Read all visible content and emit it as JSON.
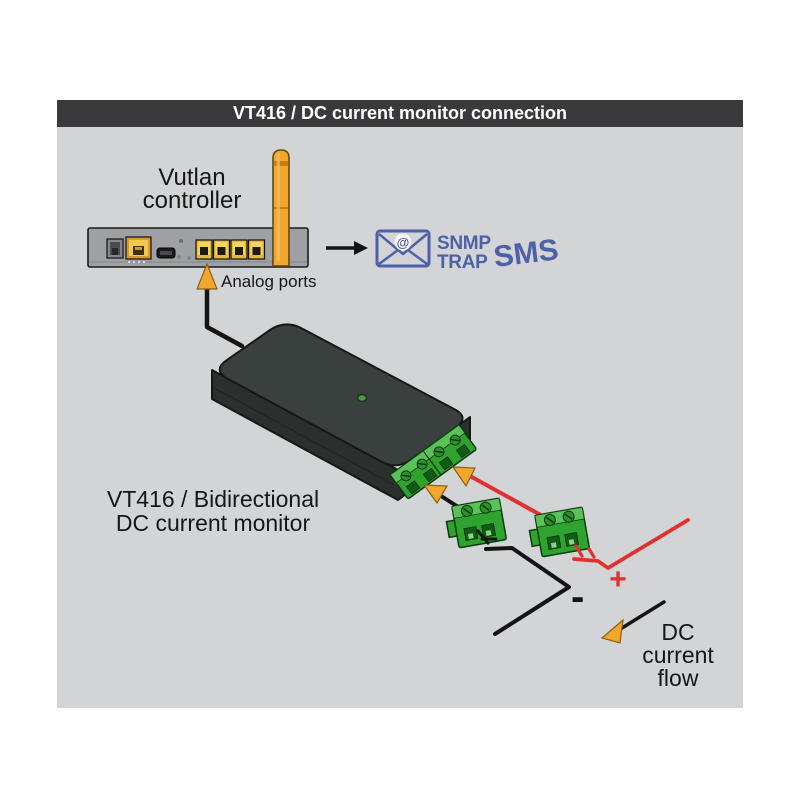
{
  "header": {
    "title": "VT416 / DC current monitor connection"
  },
  "controller": {
    "name_line1": "Vutlan",
    "name_line2": "controller",
    "analog_ports_label": "Analog ports"
  },
  "alerts": {
    "email_at": "@",
    "snmp": "SNMP",
    "trap": "TRAP",
    "sms": "SMS"
  },
  "monitor": {
    "name_line1": "VT416 / Bidirectional",
    "name_line2": "DC current monitor"
  },
  "wiring": {
    "plus": "+",
    "minus": "-",
    "flow_line1": "DC",
    "flow_line2": "current",
    "flow_line3": "flow"
  },
  "colors": {
    "header-bg": "#3A3A3C",
    "panel-bg": "#D3D4D6",
    "accent-orange": "#F0A62F",
    "wire-red": "#E0312F",
    "wire-black": "#141414",
    "link-blue": "#4D61A8",
    "connector-green": "#2FA32F",
    "connector-green-light": "#5BC25B",
    "connector-green-dark": "#0F5C12",
    "box-dark": "#3A403E",
    "box-side": "#2B2F2E",
    "controller-gray": "#9EA0A3",
    "port-yellow": "#E5B93F"
  }
}
